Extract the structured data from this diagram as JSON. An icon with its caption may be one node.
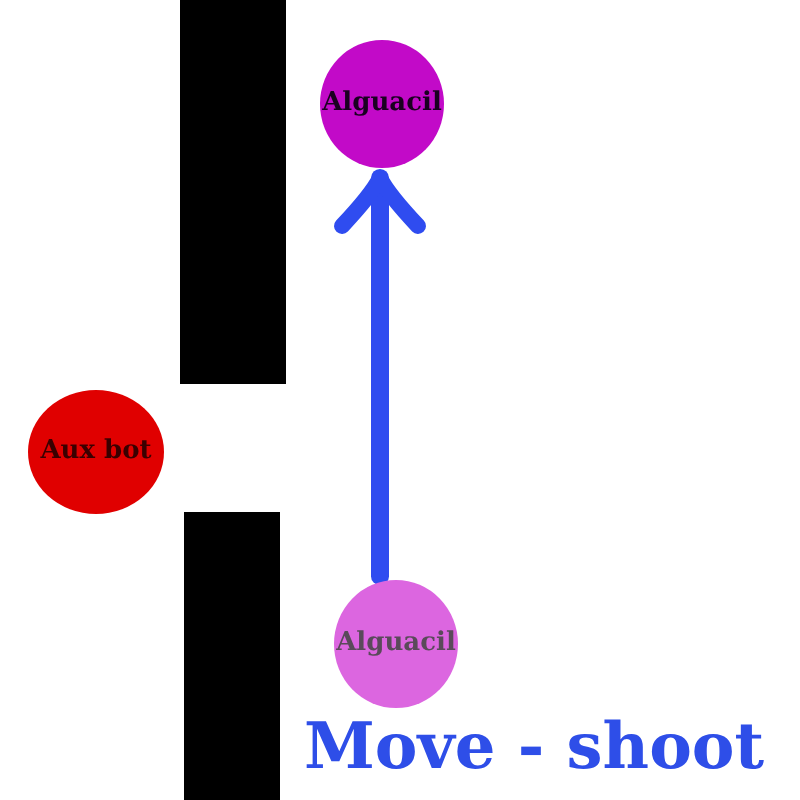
{
  "diagram": {
    "title": "Move - shoot",
    "nodes": [
      {
        "text": [],
        "shape": "bar"
      },
      {
        "text": [
          "Alguacil"
        ]
      },
      {
        "text": [
          "Aux bot"
        ]
      },
      {
        "text": [],
        "shape": "bar"
      },
      {
        "text": [
          "Alguacil"
        ]
      }
    ],
    "edges": [
      {
        "from": 4,
        "to": 1,
        "arrow": "to"
      }
    ]
  }
}
